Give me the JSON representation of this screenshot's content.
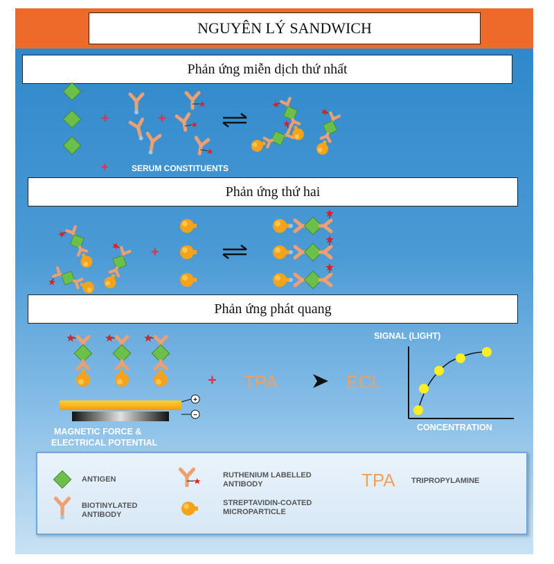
{
  "title": "NGUYÊN LÝ SANDWICH",
  "sections": {
    "first": "Phản ứng miễn dịch thứ nhất",
    "second": "Phản ứng thứ hai",
    "third": "Phản ứng phát quang"
  },
  "labels": {
    "serum": "SERUM CONSTITUENTS",
    "magnetic_line1": "MAGNETIC FORCE &",
    "magnetic_line2": "ELECTRICAL POTENTIAL",
    "tpa": "TPA",
    "ecl": "ECL",
    "signal_axis": "SIGNAL (LIGHT)",
    "concentration_axis": "CONCENTRATION",
    "plus_electrode": "+",
    "minus_electrode": "−"
  },
  "legend": {
    "antigen": "ANTIGEN",
    "biotinylated_1": "BIOTINYLATED",
    "biotinylated_2": "ANTIBODY",
    "ruthenium_1": "RUTHENIUM LABELLED",
    "ruthenium_2": "ANTIBODY",
    "streptavidin_1": "STREPTAVIDIN-COATED",
    "streptavidin_2": "MICROPARTICLE",
    "tpa_symbol": "TPA",
    "tpa_name": "TRIPROPYLAMINE"
  },
  "colors": {
    "top_bar": "#ee6a2a",
    "antigen": "#6cc04a",
    "antibody": "#f0a070",
    "ruthenium_star": "#e02020",
    "microparticle": "#f6a21a",
    "plus_sign": "#e0304a",
    "tpa_text": "#f0a060",
    "curve_points": "#ffee22"
  },
  "icons": [
    "antigen-diamond-icon",
    "biotinylated-antibody-icon",
    "ruthenium-antibody-icon",
    "microparticle-icon",
    "equilibrium-arrow-icon",
    "reaction-arrow-icon"
  ]
}
